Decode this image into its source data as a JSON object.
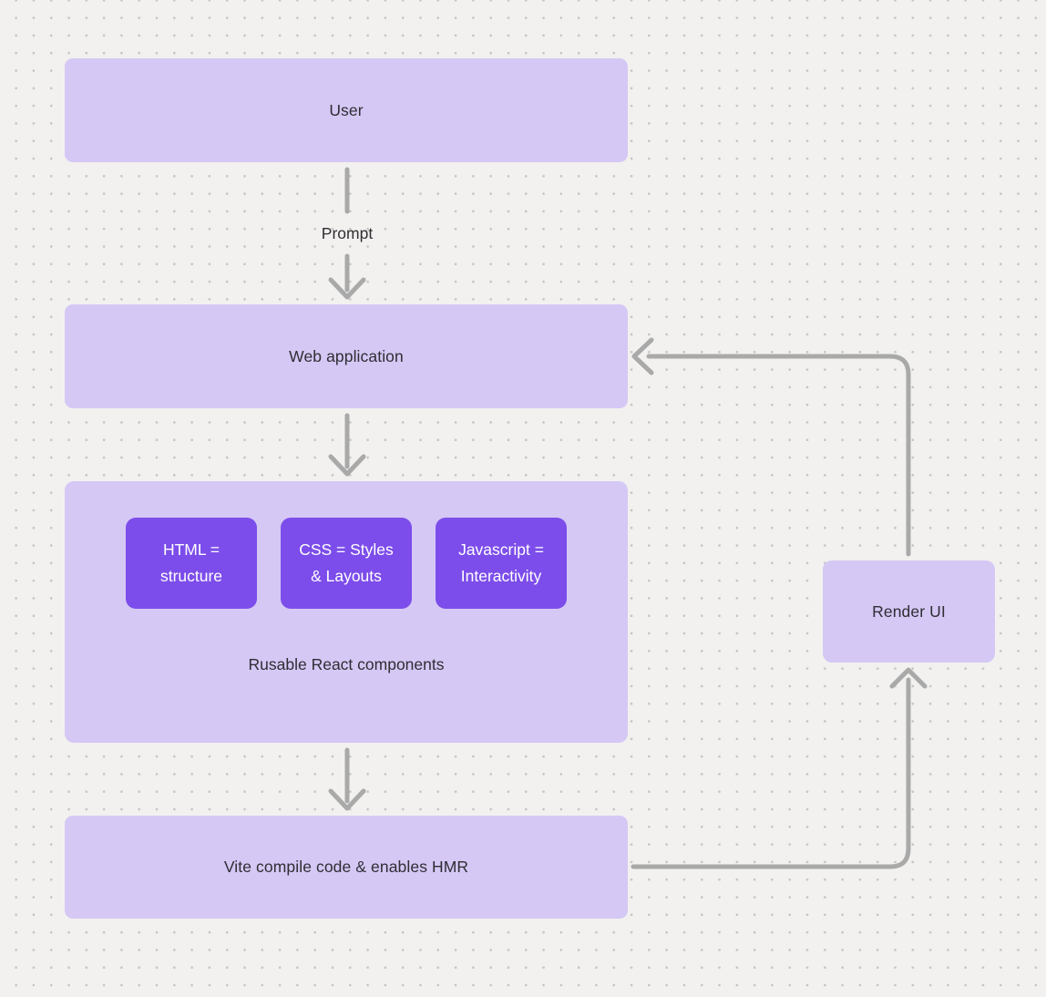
{
  "diagram": {
    "title": "react-vite-flow-diagram",
    "colors": {
      "background": "#f2f1ef",
      "dot_grid": "#c7c5c2",
      "node_fill": "#d5c8f5",
      "chip_fill": "#7c4dea",
      "connector": "#a9a9a9",
      "text_dark": "#2f2d33",
      "text_light": "#ffffff"
    },
    "nodes": {
      "user": {
        "label": "User"
      },
      "web_application": {
        "label": "Web application"
      },
      "components_group": {
        "caption": "Rusable React components",
        "children": [
          {
            "lines": [
              "HTML =",
              "structure"
            ]
          },
          {
            "lines": [
              "CSS = Styles",
              "& Layouts"
            ]
          },
          {
            "lines": [
              "Javascript =",
              "Interactivity"
            ]
          }
        ]
      },
      "vite": {
        "label": "Vite compile code & enables HMR"
      },
      "render_ui": {
        "label": "Render UI"
      }
    },
    "edges": {
      "user_to_web": {
        "label": "Prompt"
      },
      "web_to_components": {
        "label": ""
      },
      "components_to_vite": {
        "label": ""
      },
      "vite_to_render": {
        "label": ""
      },
      "render_to_web": {
        "label": ""
      }
    }
  }
}
